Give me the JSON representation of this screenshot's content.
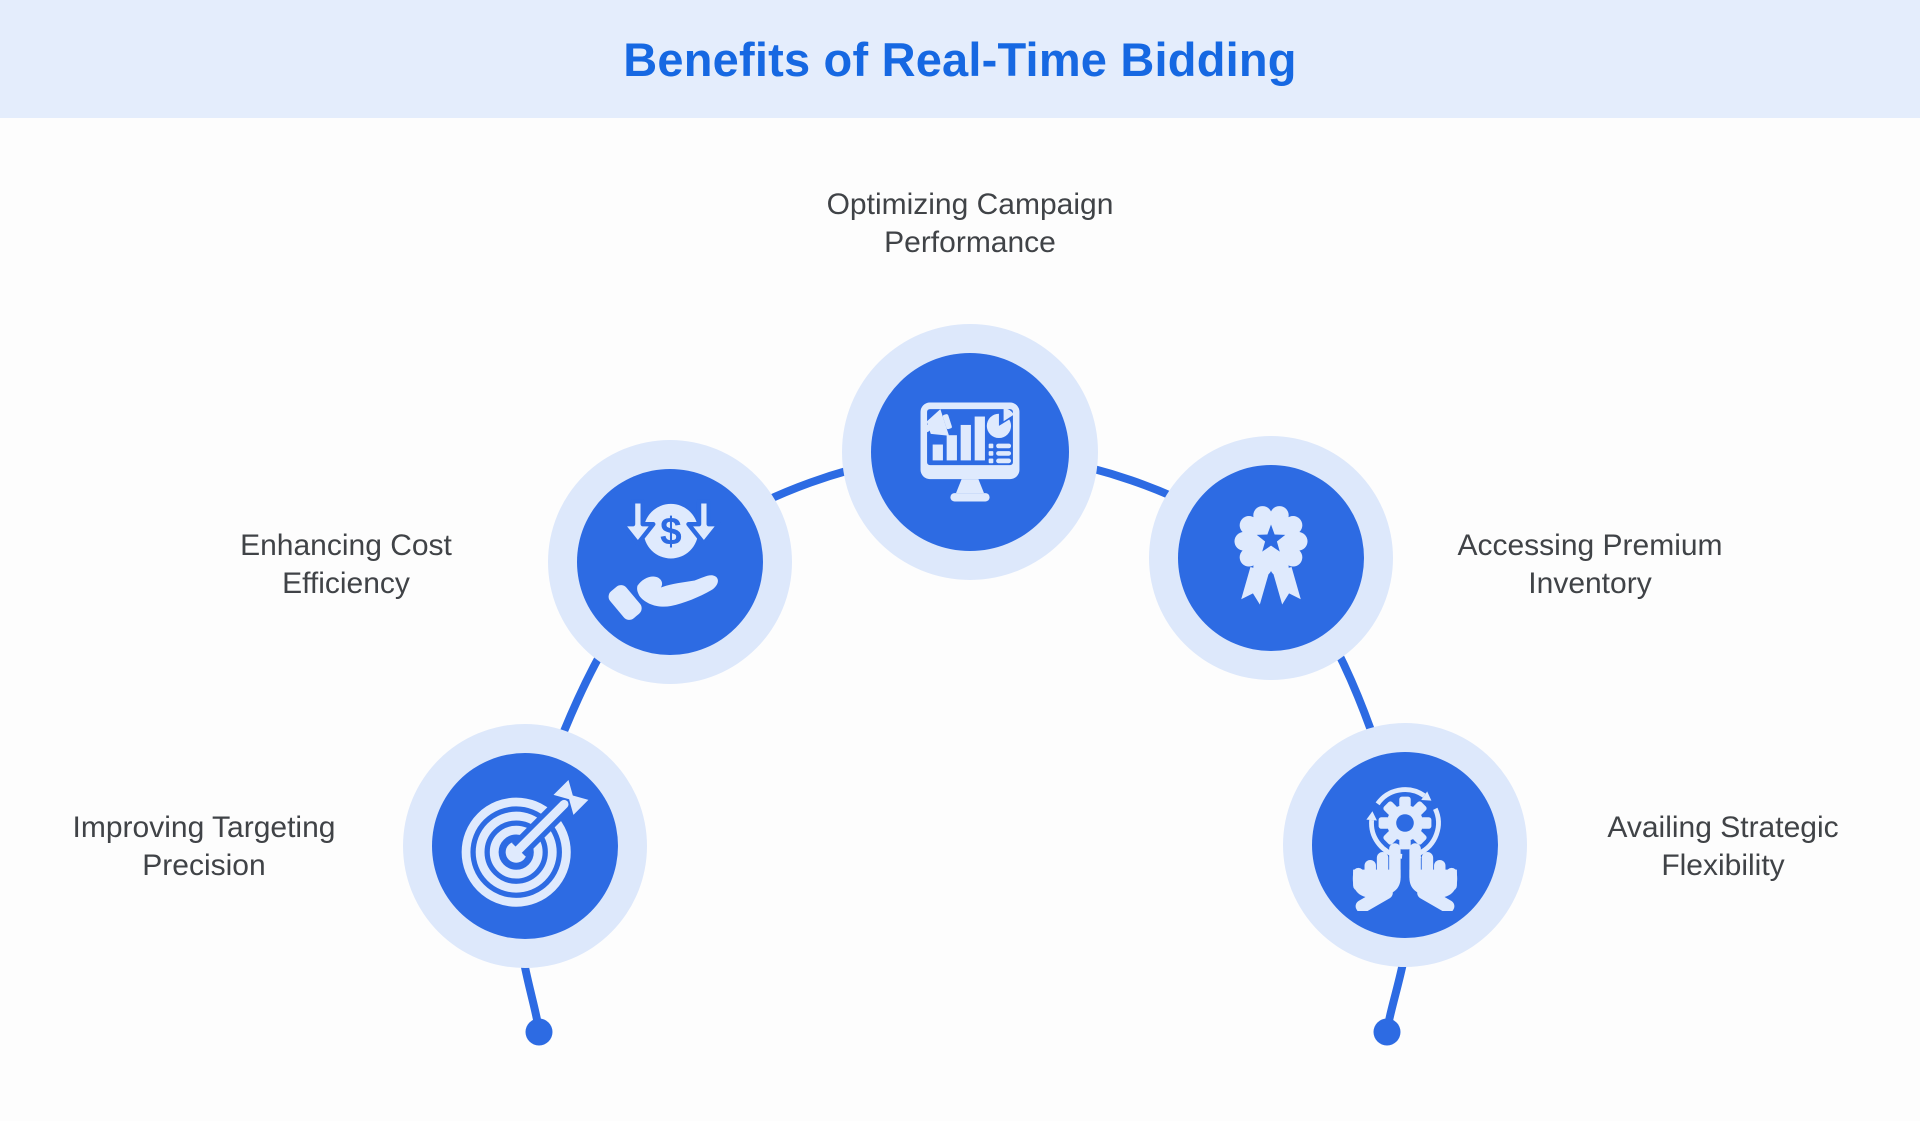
{
  "header": {
    "title": "Benefits of Real-Time Bidding"
  },
  "nodes": [
    {
      "label": "Improving Targeting Precision",
      "icon": "target-icon"
    },
    {
      "label": "Enhancing Cost Efficiency",
      "icon": "dollar-hand-icon"
    },
    {
      "label": "Optimizing Campaign Performance",
      "icon": "monitor-analytics-icon"
    },
    {
      "label": "Accessing Premium Inventory",
      "icon": "award-badge-icon"
    },
    {
      "label": "Availing Strategic Flexibility",
      "icon": "hands-gear-icon"
    }
  ],
  "icons": {
    "dollar_symbol": "$"
  },
  "colors": {
    "primary_blue": "#2d6be3",
    "light_ring": "#dde8fb",
    "icon_fill": "#dfeafd",
    "header_bg": "#e4edfc",
    "title_text": "#1668e2",
    "label_text": "#404347",
    "background": "#fdfdfd"
  }
}
